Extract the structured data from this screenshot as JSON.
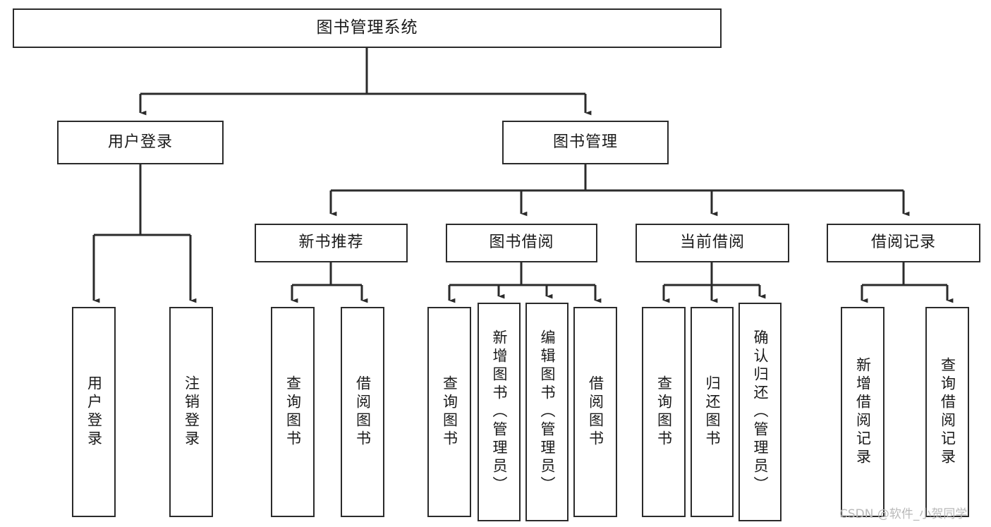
{
  "diagram": {
    "type": "tree-hierarchy-chart",
    "title": "图书管理系统",
    "orientation": "top-down",
    "box_fill": "#ffffff",
    "box_stroke": "#2b2b2b",
    "text_color": "#1a1a1a",
    "background": "#ffffff",
    "levels": [
      {
        "level": 1,
        "nodes": [
          {
            "id": "root",
            "label": "图书管理系统",
            "text_direction": "horizontal"
          }
        ]
      },
      {
        "level": 2,
        "nodes": [
          {
            "id": "user-login",
            "label": "用户登录",
            "text_direction": "horizontal",
            "parent": "root"
          },
          {
            "id": "book-manage",
            "label": "图书管理",
            "text_direction": "horizontal",
            "parent": "root"
          }
        ]
      },
      {
        "level": 3,
        "nodes": [
          {
            "id": "new-book-recommend",
            "label": "新书推荐",
            "text_direction": "horizontal",
            "parent": "book-manage"
          },
          {
            "id": "book-borrow",
            "label": "图书借阅",
            "text_direction": "horizontal",
            "parent": "book-manage"
          },
          {
            "id": "current-borrow",
            "label": "当前借阅",
            "text_direction": "horizontal",
            "parent": "book-manage"
          },
          {
            "id": "borrow-record",
            "label": "借阅记录",
            "text_direction": "horizontal",
            "parent": "book-manage"
          }
        ]
      },
      {
        "level": 4,
        "nodes": [
          {
            "id": "leaf-user-login",
            "label": "用户登录",
            "text_direction": "vertical",
            "parent": "user-login"
          },
          {
            "id": "leaf-logout-login",
            "label": "注销登录",
            "text_direction": "vertical",
            "parent": "user-login"
          },
          {
            "id": "leaf-query-book-1",
            "label": "查询图书",
            "text_direction": "vertical",
            "parent": "new-book-recommend"
          },
          {
            "id": "leaf-borrow-book-1",
            "label": "借阅图书",
            "text_direction": "vertical",
            "parent": "new-book-recommend"
          },
          {
            "id": "leaf-query-book-2",
            "label": "查询图书",
            "text_direction": "vertical",
            "parent": "book-borrow"
          },
          {
            "id": "leaf-add-book-admin",
            "label": "新增图书（管理员）",
            "text_direction": "vertical",
            "parent": "book-borrow"
          },
          {
            "id": "leaf-edit-book-admin",
            "label": "编辑图书（管理员）",
            "text_direction": "vertical",
            "parent": "book-borrow"
          },
          {
            "id": "leaf-borrow-book-2",
            "label": "借阅图书",
            "text_direction": "vertical",
            "parent": "book-borrow"
          },
          {
            "id": "leaf-query-book-3",
            "label": "查询图书",
            "text_direction": "vertical",
            "parent": "current-borrow"
          },
          {
            "id": "leaf-return-book",
            "label": "归还图书",
            "text_direction": "vertical",
            "parent": "current-borrow"
          },
          {
            "id": "leaf-confirm-return-admin",
            "label": "确认归还（管理员）",
            "text_direction": "vertical",
            "parent": "current-borrow"
          },
          {
            "id": "leaf-add-borrow-record",
            "label": "新增借阅记录",
            "text_direction": "vertical",
            "parent": "borrow-record"
          },
          {
            "id": "leaf-query-borrow-record",
            "label": "查询借阅记录",
            "text_direction": "vertical",
            "parent": "borrow-record"
          }
        ]
      }
    ]
  },
  "watermark": {
    "text": "CSDN @软件_小贺同学"
  }
}
